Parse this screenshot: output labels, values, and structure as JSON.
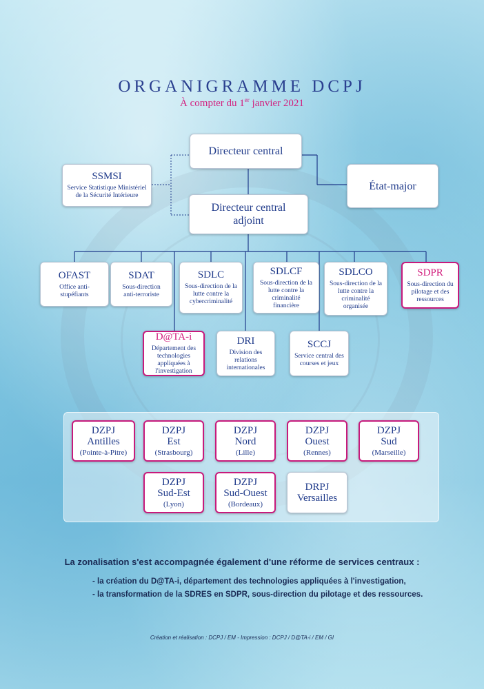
{
  "title": "ORGANIGRAMME DCPJ",
  "subtitle": {
    "prefix": "À compter du 1",
    "sup": "er",
    "suffix": " janvier 2021"
  },
  "top": {
    "directeur": "Directeur central",
    "adjoint": "Directeur central adjoint",
    "etat_major": "État-major",
    "ssmsi": {
      "name": "SSMSI",
      "desc": "Service Statistique Ministériel de la Sécurité Intérieure"
    }
  },
  "subdirections": [
    {
      "name": "OFAST",
      "desc": "Office anti-stupéfiants"
    },
    {
      "name": "SDAT",
      "desc": "Sous-direction anti-terroriste"
    },
    {
      "name": "SDLC",
      "desc": "Sous-direction de la lutte contre la cybercriminalité"
    },
    {
      "name": "SDLCF",
      "desc": "Sous-direction de la lutte contre la criminalité financière"
    },
    {
      "name": "SDLCO",
      "desc": "Sous-direction de la lutte contre la criminalité organisée"
    },
    {
      "name": "SDPR",
      "desc": "Sous-direction du pilotage et des ressources"
    }
  ],
  "second_row": [
    {
      "name": "D@TA-i",
      "desc": "Département des technologies appliquées à l'investigation"
    },
    {
      "name": "DRI",
      "desc": "Division des relations internationales"
    },
    {
      "name": "SCCJ",
      "desc": "Service central des courses et jeux"
    }
  ],
  "zones": [
    {
      "name": "DZPJ",
      "region": "Antilles",
      "city": "(Pointe-à-Pitre)"
    },
    {
      "name": "DZPJ",
      "region": "Est",
      "city": "(Strasbourg)"
    },
    {
      "name": "DZPJ",
      "region": "Nord",
      "city": "(Lille)"
    },
    {
      "name": "DZPJ",
      "region": "Ouest",
      "city": "(Rennes)"
    },
    {
      "name": "DZPJ",
      "region": "Sud",
      "city": "(Marseille)"
    },
    {
      "name": "DZPJ",
      "region": "Sud-Est",
      "city": "(Lyon)"
    },
    {
      "name": "DZPJ",
      "region": "Sud-Ouest",
      "city": "(Bordeaux)"
    },
    {
      "name": "DRPJ",
      "region": "Versailles",
      "city": ""
    }
  ],
  "note": {
    "heading": "La zonalisation s'est accompagnée également d'une réforme de services centraux :",
    "items": [
      "- la création du D@TA-i, département des technologies appliquées à l'investigation,",
      "- la transformation de la SDRES en SDPR, sous-direction du pilotage et des ressources."
    ]
  },
  "credit": "Création et réalisation : DCPJ / EM - Impression : DCPJ / D@TA-i / EM / GI",
  "colors": {
    "accent_blue": "#1f3a8a",
    "accent_pink": "#d21f7e"
  }
}
